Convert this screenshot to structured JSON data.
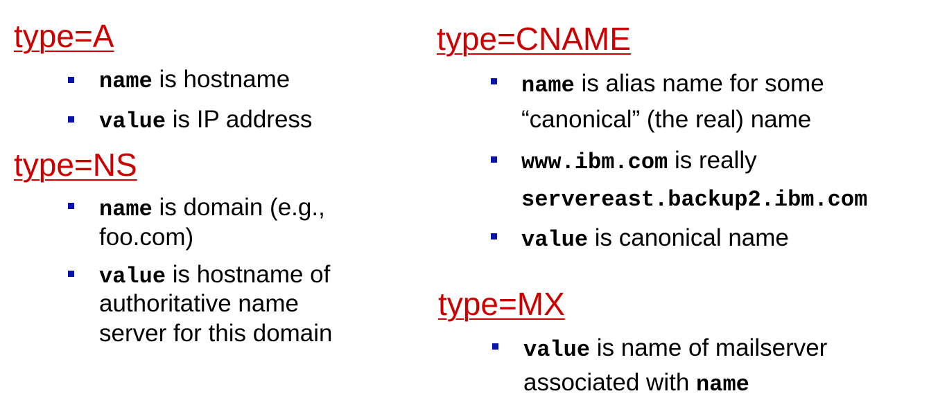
{
  "left_column": {
    "type_a": {
      "heading": "type=A",
      "items": [
        {
          "code": "name",
          "text": " is hostname"
        },
        {
          "code": "value",
          "text": " is IP address"
        }
      ]
    },
    "type_ns": {
      "heading": "type=NS",
      "items": [
        {
          "code": "name",
          "text_line1": " is domain (e.g.,",
          "text_line2": "foo.com)"
        },
        {
          "code": "value",
          "text_line1": " is hostname of",
          "text_line2": "authoritative name",
          "text_line3": "server for this domain"
        }
      ]
    }
  },
  "right_column": {
    "type_cname": {
      "heading": "type=CNAME",
      "items": [
        {
          "code": "name",
          "text_line1": " is alias name for some",
          "text_line2": "“canonical” (the real) name"
        },
        {
          "code": "www.ibm.com",
          "text_line1": " is really",
          "code_line2": "servereast.backup2.ibm.com"
        },
        {
          "code": "value",
          "text": " is canonical name"
        }
      ]
    },
    "type_mx": {
      "heading": "type=MX",
      "items": [
        {
          "code": "value",
          "text_line1": " is name of mailserver",
          "text_line2": "associated with ",
          "code_line2": "name"
        }
      ]
    }
  }
}
